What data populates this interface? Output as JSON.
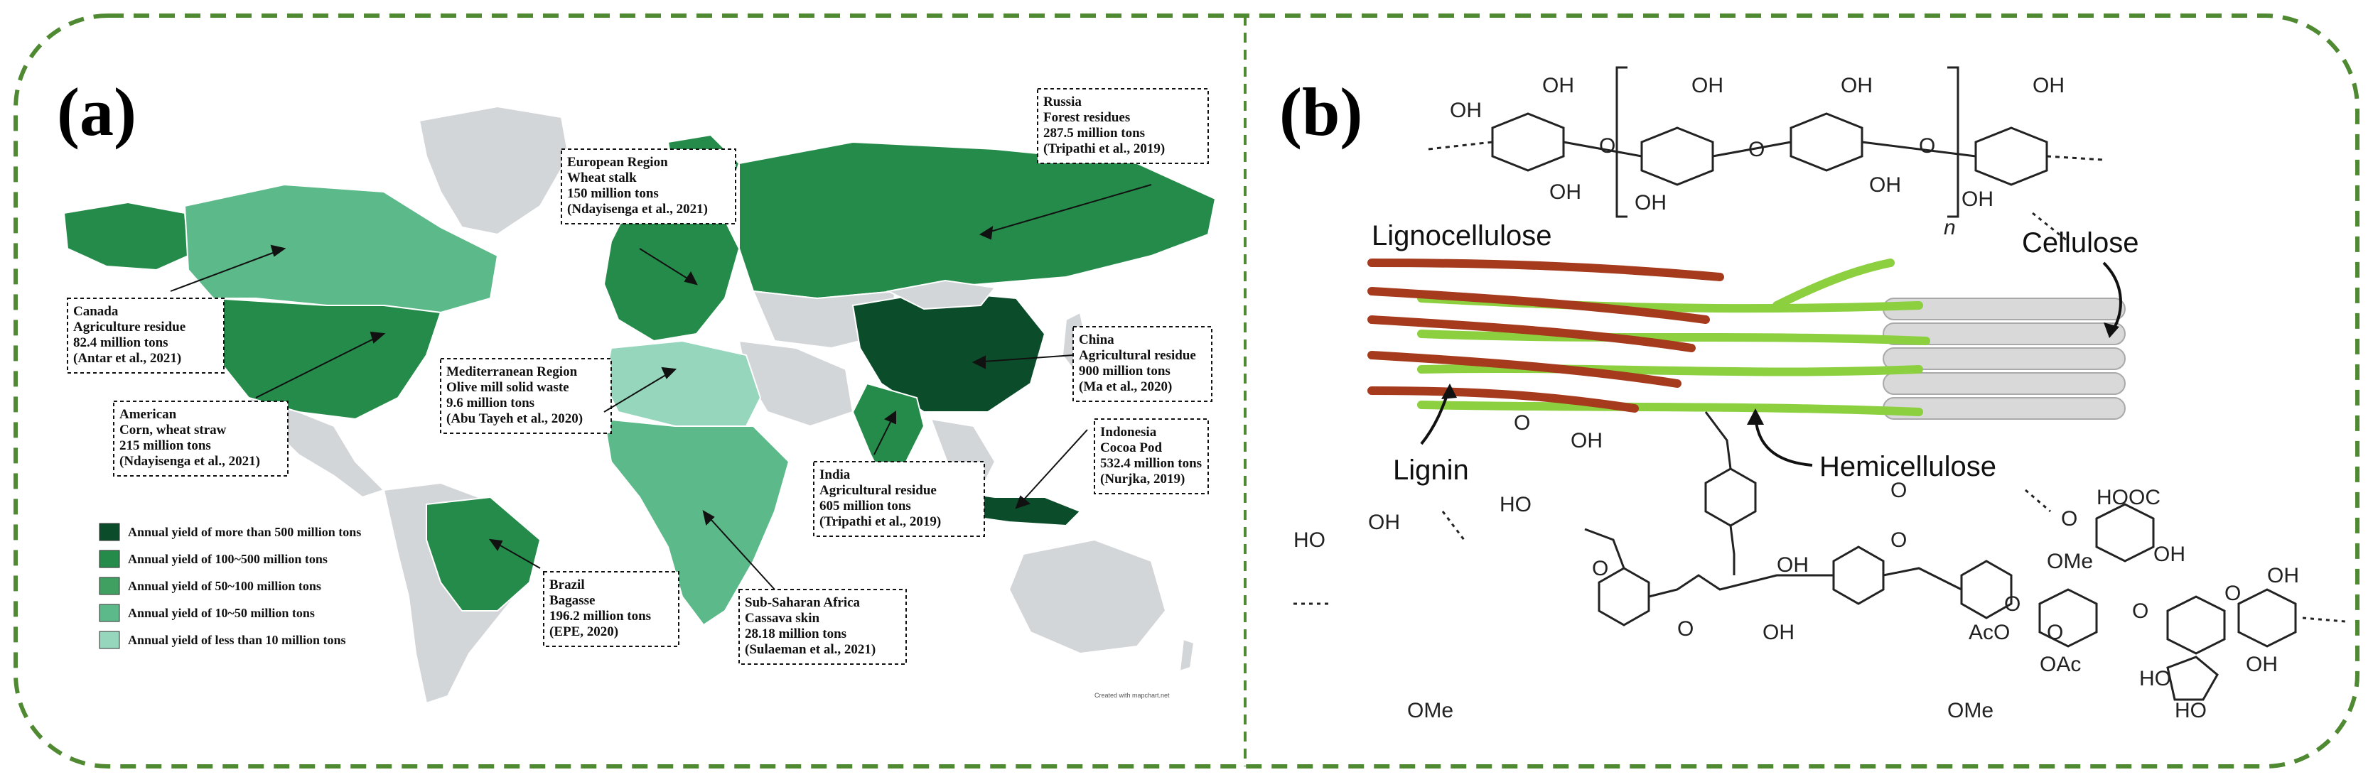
{
  "panel_a": {
    "letter": "(a)",
    "credit": "Created with mapchart.net",
    "colors": {
      "more_500": "#0b4d2a",
      "r100_500": "#258b4a",
      "r50_100": "#3fa062",
      "r10_50": "#5cb98a",
      "less_10": "#96d6bd",
      "no_data": "#d3d6d8"
    },
    "callouts": [
      {
        "id": "russia",
        "lines": [
          "Russia",
          "Forest residues",
          "287.5 million tons",
          "(Tripathi et al., 2019)"
        ]
      },
      {
        "id": "europe",
        "lines": [
          "European Region",
          "Wheat stalk",
          "150 million tons",
          "(Ndayisenga et al., 2021)"
        ]
      },
      {
        "id": "canada",
        "lines": [
          "Canada",
          "Agriculture residue",
          "82.4 million tons",
          "(Antar et al., 2021)"
        ]
      },
      {
        "id": "america",
        "lines": [
          "American",
          "Corn, wheat straw",
          "215 million tons",
          "(Ndayisenga et al., 2021)"
        ]
      },
      {
        "id": "mediterranean",
        "lines": [
          "Mediterranean Region",
          "Olive mill solid waste",
          "9.6 million tons",
          "(Abu Tayeh et al., 2020)"
        ]
      },
      {
        "id": "china",
        "lines": [
          "China",
          "Agricultural residue",
          "900 million tons",
          "(Ma et al., 2020)"
        ]
      },
      {
        "id": "indonesia",
        "lines": [
          "Indonesia",
          "Cocoa Pod",
          "532.4 million tons",
          "(Nurjka, 2019)"
        ]
      },
      {
        "id": "india",
        "lines": [
          "India",
          "Agricultural residue",
          "605 million tons",
          "(Tripathi et al., 2019)"
        ]
      },
      {
        "id": "brazil",
        "lines": [
          "Brazil",
          "Bagasse",
          "196.2 million tons",
          "(EPE, 2020)"
        ]
      },
      {
        "id": "africa",
        "lines": [
          "Sub-Saharan Africa",
          "Cassava skin",
          "28.18 million tons",
          "(Sulaeman et al., 2021)"
        ]
      }
    ],
    "legend": [
      {
        "label": "Annual yield of more than 500 million tons",
        "color": "#0b4d2a"
      },
      {
        "label": "Annual yield of 100~500 million tons",
        "color": "#258b4a"
      },
      {
        "label": "Annual yield of 50~100 million tons",
        "color": "#3fa062"
      },
      {
        "label": "Annual yield of 10~50 million tons",
        "color": "#5cb98a"
      },
      {
        "label": "Annual yield of less than 10 million tons",
        "color": "#96d6bd"
      }
    ]
  },
  "panel_b": {
    "letter": "(b)",
    "labels": {
      "lignocellulose": "Lignocellulose",
      "cellulose": "Cellulose",
      "lignin": "Lignin",
      "hemicellulose": "Hemicellulose",
      "n": "n"
    },
    "chem": {
      "oh": "OH",
      "o": "O",
      "ome": "OMe",
      "ho": "HO",
      "aco": "AcO",
      "oac": "OAc",
      "hooc": "HOOC"
    },
    "colors": {
      "lignin_fiber": "#a53a1c",
      "hemi_fiber": "#8ccf3f",
      "cellulose_fiber": "#d9d9d9"
    }
  },
  "frame": {
    "border_color": "#4f8a32"
  }
}
